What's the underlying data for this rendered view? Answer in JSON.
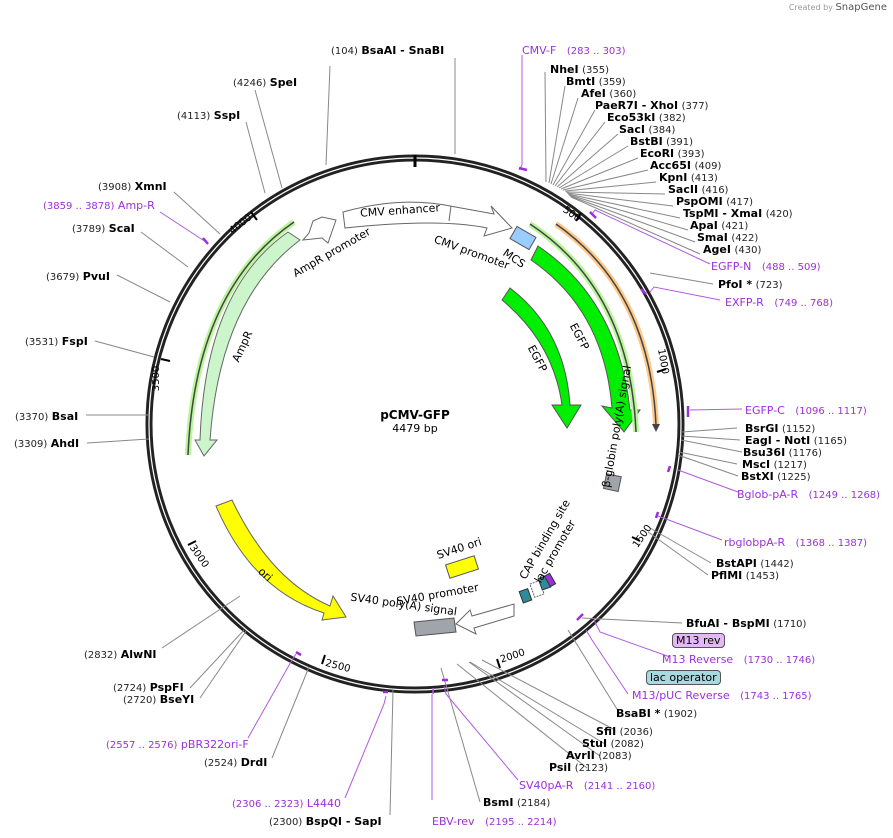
{
  "credit": {
    "text": "Created by",
    "brand": "SnapGene"
  },
  "plasmid": {
    "name": "pCMV-GFP",
    "length": "4479 bp"
  },
  "ticks": [
    "500",
    "1000",
    "1500",
    "2000",
    "2500",
    "3000",
    "3500",
    "4000"
  ],
  "features": [
    {
      "name": "CMV enhancer",
      "color": "#ffffff"
    },
    {
      "name": "CMV promoter",
      "color": "#ffffff"
    },
    {
      "name": "MCS",
      "color": "#99ccff"
    },
    {
      "name": "EGFP",
      "color": "#00ee00"
    },
    {
      "name": "EGFP",
      "color": "#00ee00"
    },
    {
      "name": "β-globin poly(A) signal",
      "color": "#a0a4ab"
    },
    {
      "name": "CAP binding site",
      "color": "#2e8b9a"
    },
    {
      "name": "lac promoter",
      "color": "#ffffff"
    },
    {
      "name": "SV40 ori",
      "color": "#ffff00"
    },
    {
      "name": "SV40 promoter",
      "color": "#ffffff"
    },
    {
      "name": "SV40 poly(A) signal",
      "color": "#a0a4ab"
    },
    {
      "name": "ori",
      "color": "#ffff00"
    },
    {
      "name": "AmpR",
      "color": "#ccf5cc"
    },
    {
      "name": "AmpR promoter",
      "color": "#ffffff"
    }
  ],
  "sites_right": [
    {
      "name": "NheI",
      "pos": "(355)"
    },
    {
      "name": "BmtI",
      "pos": "(359)"
    },
    {
      "name": "AfeI",
      "pos": "(360)"
    },
    {
      "name": "PaeR7I - XhoI",
      "pos": "(377)"
    },
    {
      "name": "Eco53kI",
      "pos": "(382)"
    },
    {
      "name": "SacI",
      "pos": "(384)"
    },
    {
      "name": "BstBI",
      "pos": "(391)"
    },
    {
      "name": "EcoRI",
      "pos": "(393)"
    },
    {
      "name": "Acc65I",
      "pos": "(409)"
    },
    {
      "name": "KpnI",
      "pos": "(413)"
    },
    {
      "name": "SacII",
      "pos": "(416)"
    },
    {
      "name": "PspOMI",
      "pos": "(417)"
    },
    {
      "name": "TspMI - XmaI",
      "pos": "(420)"
    },
    {
      "name": "ApaI",
      "pos": "(421)"
    },
    {
      "name": "SmaI",
      "pos": "(422)"
    },
    {
      "name": "AgeI",
      "pos": "(430)"
    },
    {
      "name": "PfoI *",
      "pos": "(723)"
    },
    {
      "name": "BsrGI",
      "pos": "(1152)"
    },
    {
      "name": "EagI - NotI",
      "pos": "(1165)"
    },
    {
      "name": "Bsu36I",
      "pos": "(1176)"
    },
    {
      "name": "MscI",
      "pos": "(1217)"
    },
    {
      "name": "BstXI",
      "pos": "(1225)"
    },
    {
      "name": "BstAPI",
      "pos": "(1442)"
    },
    {
      "name": "PflMI",
      "pos": "(1453)"
    },
    {
      "name": "BfuAI - BspMI",
      "pos": "(1710)"
    },
    {
      "name": "BsaBI *",
      "pos": "(1902)"
    },
    {
      "name": "SfiI",
      "pos": "(2036)"
    },
    {
      "name": "StuI",
      "pos": "(2082)"
    },
    {
      "name": "AvrII",
      "pos": "(2083)"
    },
    {
      "name": "PsiI",
      "pos": "(2123)"
    },
    {
      "name": "BsmI",
      "pos": "(2184)"
    }
  ],
  "sites_left": [
    {
      "name": "BsaAI - SnaBI",
      "pos": "(104)"
    },
    {
      "name": "SpeI",
      "pos": "(4246)"
    },
    {
      "name": "SspI",
      "pos": "(4113)"
    },
    {
      "name": "XmnI",
      "pos": "(3908)"
    },
    {
      "name": "ScaI",
      "pos": "(3789)"
    },
    {
      "name": "PvuI",
      "pos": "(3679)"
    },
    {
      "name": "FspI",
      "pos": "(3531)"
    },
    {
      "name": "BsaI",
      "pos": "(3370)"
    },
    {
      "name": "AhdI",
      "pos": "(3309)"
    },
    {
      "name": "AlwNI",
      "pos": "(2832)"
    },
    {
      "name": "PspFI",
      "pos": "(2724)"
    },
    {
      "name": "BseYI",
      "pos": "(2720)"
    },
    {
      "name": "DrdI",
      "pos": "(2524)"
    },
    {
      "name": "BspQI - SapI",
      "pos": "(2300)"
    }
  ],
  "primers": [
    {
      "name": "CMV-F",
      "range": "(283 .. 303)"
    },
    {
      "name": "EGFP-N",
      "range": "(488 .. 509)"
    },
    {
      "name": "EXFP-R",
      "range": "(749 .. 768)"
    },
    {
      "name": "EGFP-C",
      "range": "(1096 .. 1117)"
    },
    {
      "name": "Bglob-pA-R",
      "range": "(1249 .. 1268)"
    },
    {
      "name": "rbglobpA-R",
      "range": "(1368 .. 1387)"
    },
    {
      "name": "M13 Reverse",
      "range": "(1730 .. 1746)"
    },
    {
      "name": "M13/pUC Reverse",
      "range": "(1743 .. 1765)"
    },
    {
      "name": "SV40pA-R",
      "range": "(2141 .. 2160)"
    },
    {
      "name": "EBV-rev",
      "range": "(2195 .. 2214)"
    },
    {
      "name": "L4440",
      "range": "(2306 .. 2323)"
    },
    {
      "name": "pBR322ori-F",
      "range": "(2557 .. 2576)"
    },
    {
      "name": "Amp-R",
      "range": "(3859 .. 3878)"
    }
  ],
  "tags": {
    "m13rev": "M13 rev",
    "lacop": "lac operator"
  }
}
